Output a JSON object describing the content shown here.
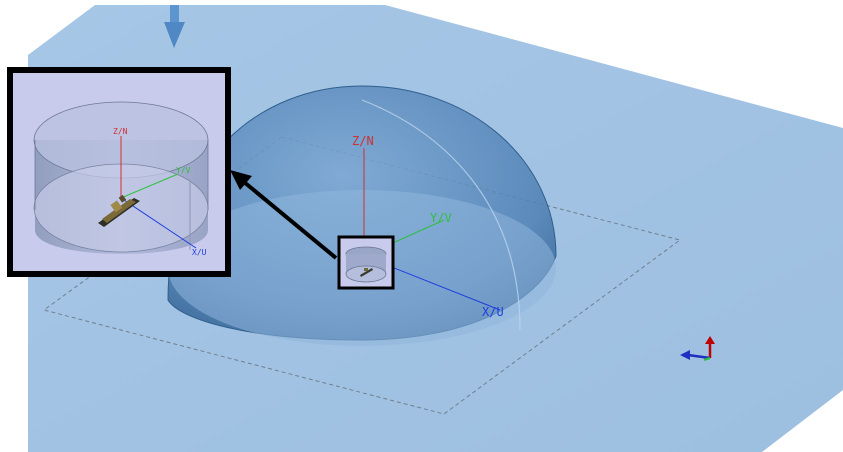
{
  "scene": {
    "colors": {
      "background": "#ffffff",
      "plane": "#a2c2e2",
      "plane_edge": "#8fb3d6",
      "dome": "#5f8fbf",
      "dome_dark": "#3f6f9f",
      "inset_bg": "#c9cbed",
      "inset_border": "#000000",
      "x_axis": "#1f3fdf",
      "y_axis": "#2fbf3f",
      "z_axis": "#d03030",
      "dashed": "#6f7f8f"
    },
    "axes": {
      "z_label": "Z/N",
      "y_label": "Y/V",
      "x_label": "X/U"
    },
    "inset": {
      "z_label": "Z/N",
      "y_label": "Y/V",
      "x_label": "X/U"
    },
    "icons": {
      "top_arrow": "down-arrow-icon",
      "triad": "axis-triad-icon",
      "vessel": "ship-icon"
    }
  }
}
